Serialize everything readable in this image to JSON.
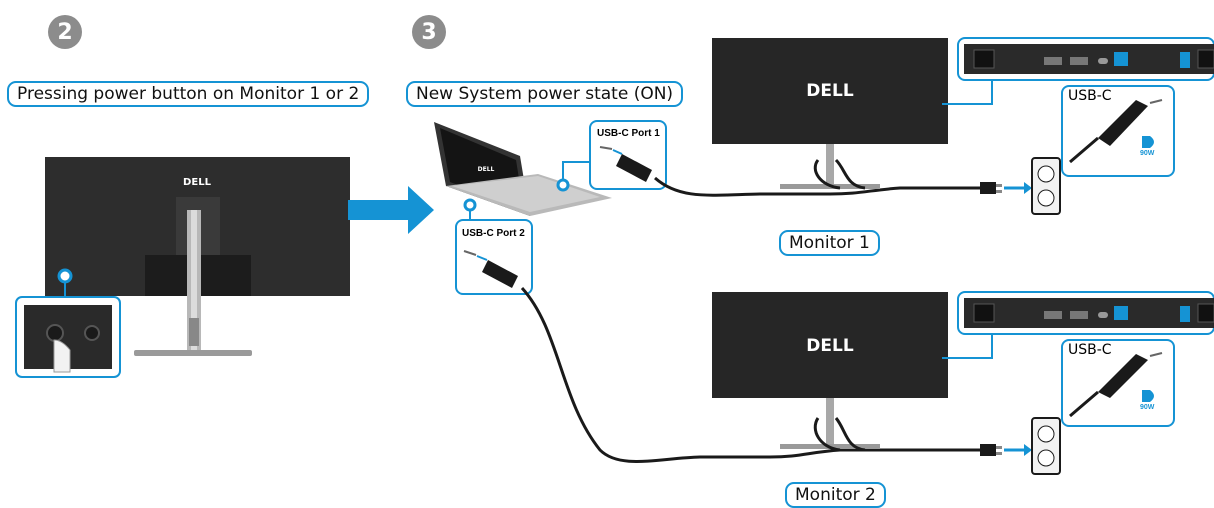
{
  "steps": {
    "step2": "2",
    "step3": "3"
  },
  "labels": {
    "pressing": "Pressing power button on Monitor 1 or 2",
    "new_state": "New System power state (ON)",
    "monitor1": "Monitor 1",
    "monitor2": "Monitor 2",
    "port1": "USB-C Port 1",
    "port2": "USB-C Port 2",
    "usbc": "USB-C",
    "power_delivery": "90W"
  },
  "brand": {
    "name": "DELL",
    "laptop_logo": "DELL"
  },
  "colors": {
    "accent": "#1593d4",
    "badge": "#8c8c8c",
    "panel": "#2d2d2d"
  },
  "icons": [
    "power-button-icon",
    "finger-icon",
    "arrow-right-icon",
    "usb-c-plug-icon",
    "power-plug-icon",
    "wall-outlet-icon",
    "displayport-icon"
  ]
}
